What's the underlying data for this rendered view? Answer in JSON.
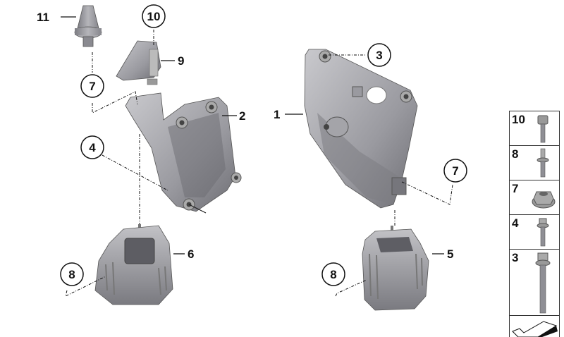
{
  "diagram": {
    "type": "exploded-parts-diagram",
    "subject": "Engine mount assembly",
    "callouts": [
      {
        "id": "c11",
        "label": "11",
        "style": "plain"
      },
      {
        "id": "c10",
        "label": "10",
        "style": "circled"
      },
      {
        "id": "c9",
        "label": "9",
        "style": "plain"
      },
      {
        "id": "c7a",
        "label": "7",
        "style": "circled"
      },
      {
        "id": "c2",
        "label": "2",
        "style": "plain"
      },
      {
        "id": "c4",
        "label": "4",
        "style": "circled"
      },
      {
        "id": "c6",
        "label": "6",
        "style": "plain"
      },
      {
        "id": "c8a",
        "label": "8",
        "style": "circled"
      },
      {
        "id": "c1",
        "label": "1",
        "style": "plain"
      },
      {
        "id": "c3",
        "label": "3",
        "style": "circled"
      },
      {
        "id": "c7b",
        "label": "7",
        "style": "circled"
      },
      {
        "id": "c5",
        "label": "5",
        "style": "plain"
      },
      {
        "id": "c8b",
        "label": "8",
        "style": "circled"
      }
    ],
    "parts": [
      {
        "label": "1",
        "name": "engine-bracket-right"
      },
      {
        "label": "2",
        "name": "engine-bracket-left"
      },
      {
        "label": "5",
        "name": "engine-mount-right"
      },
      {
        "label": "6",
        "name": "engine-mount-left"
      },
      {
        "label": "9",
        "name": "small-bracket"
      },
      {
        "label": "11",
        "name": "rubber-stop"
      }
    ]
  },
  "legend": {
    "rows": [
      {
        "label": "10",
        "icon": "socket-head-bolt"
      },
      {
        "label": "8",
        "icon": "stud-bolt"
      },
      {
        "label": "7",
        "icon": "hex-flange-nut"
      },
      {
        "label": "4",
        "icon": "torx-flange-bolt-short"
      },
      {
        "label": "3",
        "icon": "torx-flange-bolt-long"
      },
      {
        "label": "",
        "icon": "diagram-arrow"
      }
    ]
  },
  "colors": {
    "part_light": "#b8b8bc",
    "part_mid": "#8e8e94",
    "part_dark": "#5a5a60",
    "line": "#111111"
  }
}
